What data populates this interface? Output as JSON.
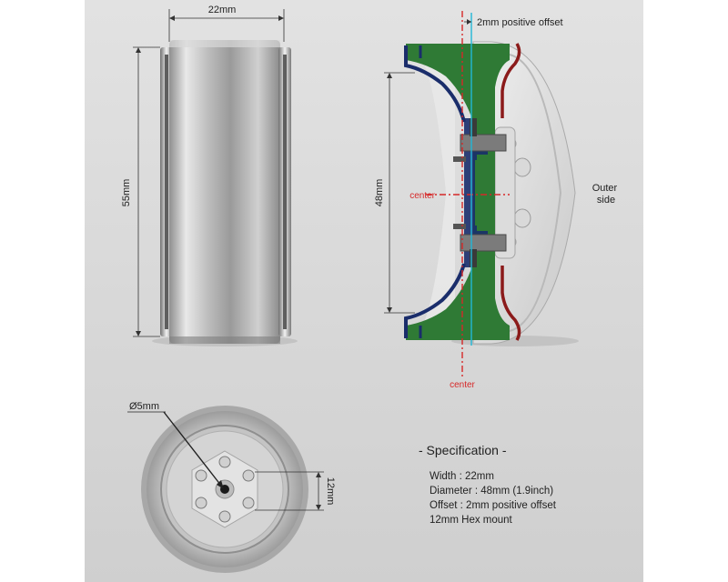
{
  "dimensions": {
    "width_label": "22mm",
    "height_label": "55mm",
    "inner_diameter_label": "48mm",
    "offset_label": "2mm positive offset",
    "center_label_side": "center",
    "center_label_bottom": "center",
    "outer_side_label": "Outer\nside",
    "bore_label": "Ø5mm",
    "hex_label": "12mm"
  },
  "specification": {
    "title": "- Specification -",
    "lines": [
      "Width : 22mm",
      "Diameter : 48mm (1.9inch)",
      "Offset : 2mm positive offset",
      "12mm Hex mount"
    ]
  },
  "colors": {
    "panel_bg": "#d9d9d9",
    "hub_green": "#2f7a35",
    "inner_blue": "#1a2d6b",
    "outer_red": "#8b1a1a",
    "center_line": "#d62828",
    "offset_line": "#20b8d8"
  }
}
